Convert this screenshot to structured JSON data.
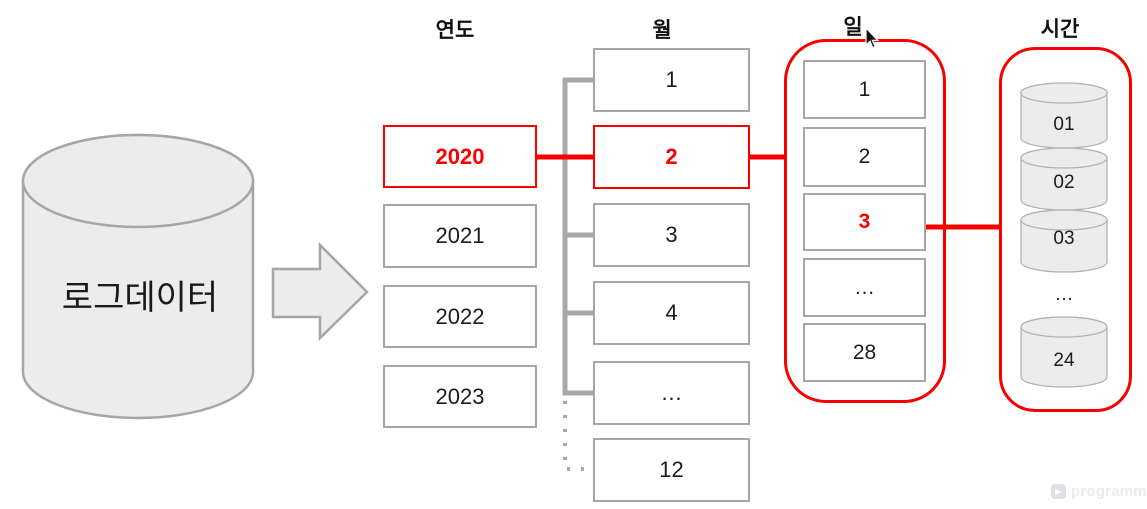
{
  "source": {
    "label": "로그데이터"
  },
  "columns": {
    "year": {
      "header": "연도",
      "items": [
        {
          "label": "2020",
          "highlighted": true
        },
        {
          "label": "2021",
          "highlighted": false
        },
        {
          "label": "2022",
          "highlighted": false
        },
        {
          "label": "2023",
          "highlighted": false
        }
      ]
    },
    "month": {
      "header": "월",
      "items": [
        {
          "label": "1",
          "highlighted": false
        },
        {
          "label": "2",
          "highlighted": true
        },
        {
          "label": "3",
          "highlighted": false
        },
        {
          "label": "4",
          "highlighted": false
        },
        {
          "label": "…",
          "highlighted": false
        },
        {
          "label": "12",
          "highlighted": false
        }
      ]
    },
    "day": {
      "header": "일",
      "items": [
        {
          "label": "1",
          "highlighted": false
        },
        {
          "label": "2",
          "highlighted": false
        },
        {
          "label": "3",
          "highlighted": true
        },
        {
          "label": "…",
          "highlighted": false
        },
        {
          "label": "28",
          "highlighted": false
        }
      ]
    },
    "hour": {
      "header": "시간",
      "items": [
        {
          "label": "01"
        },
        {
          "label": "02"
        },
        {
          "label": "03"
        },
        {
          "label": "…"
        },
        {
          "label": "24"
        }
      ]
    }
  },
  "colors": {
    "highlight_red": "#f60000",
    "box_border_gray": "#a6a6a6",
    "shape_fill_gray": "#ececec",
    "connector_gray": "#a8a8a8"
  },
  "watermark": {
    "label": "programmers"
  }
}
